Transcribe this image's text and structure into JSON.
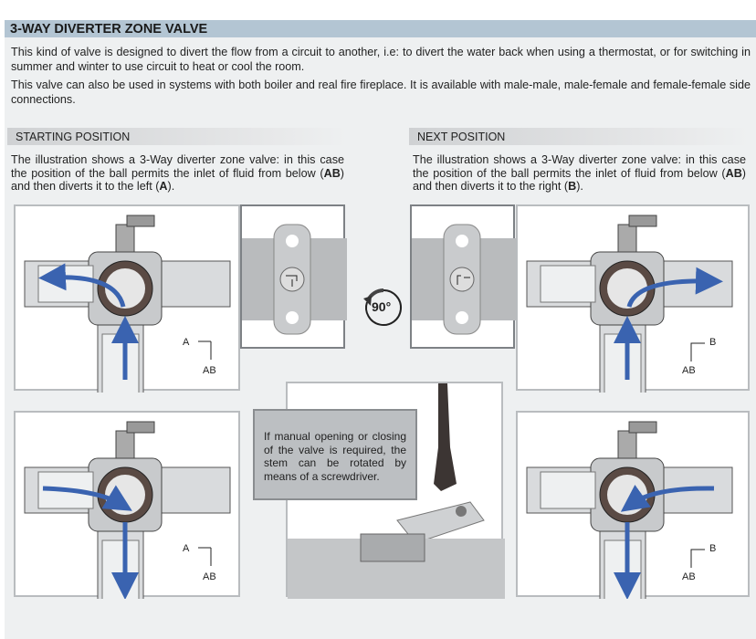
{
  "title": "3-WAY DIVERTER ZONE VALVE",
  "intro": [
    "This kind of valve is designed to divert the flow from a circuit to another, i.e:  to divert the water back when using a thermostat, or for switching in summer and winter to use circuit to heat or cool the room.",
    "This valve can also be used in systems with both boiler and real fire fireplace. It is available with male-male, male-female and female-female side connections."
  ],
  "starting": {
    "heading": "STARTING POSITION",
    "text_pre": "The illustration shows a 3-Way diverter zone valve: in this case the position of the ball permits the inlet of fluid from below (",
    "ab": "AB",
    "text_mid": ") and then diverts it to the left (",
    "port": "A",
    "text_post": ")."
  },
  "next": {
    "heading": "NEXT POSITION",
    "text_pre": "The illustration shows a 3-Way diverter zone valve: in this case the position of the ball permits the inlet of fluid from below (",
    "ab": "AB",
    "text_mid": ") and then diverts it to the right (",
    "port": "B",
    "text_post": ")."
  },
  "rotation": "90°",
  "note": "If manual opening or closing of the valve is required, the stem can be rotated by means of a screwdriver.",
  "labels": {
    "a": "A",
    "b": "B",
    "ab": "AB"
  },
  "colors": {
    "header": "#b3c5d3",
    "arrow": "#3a63b0",
    "background": "#eef0f1"
  }
}
